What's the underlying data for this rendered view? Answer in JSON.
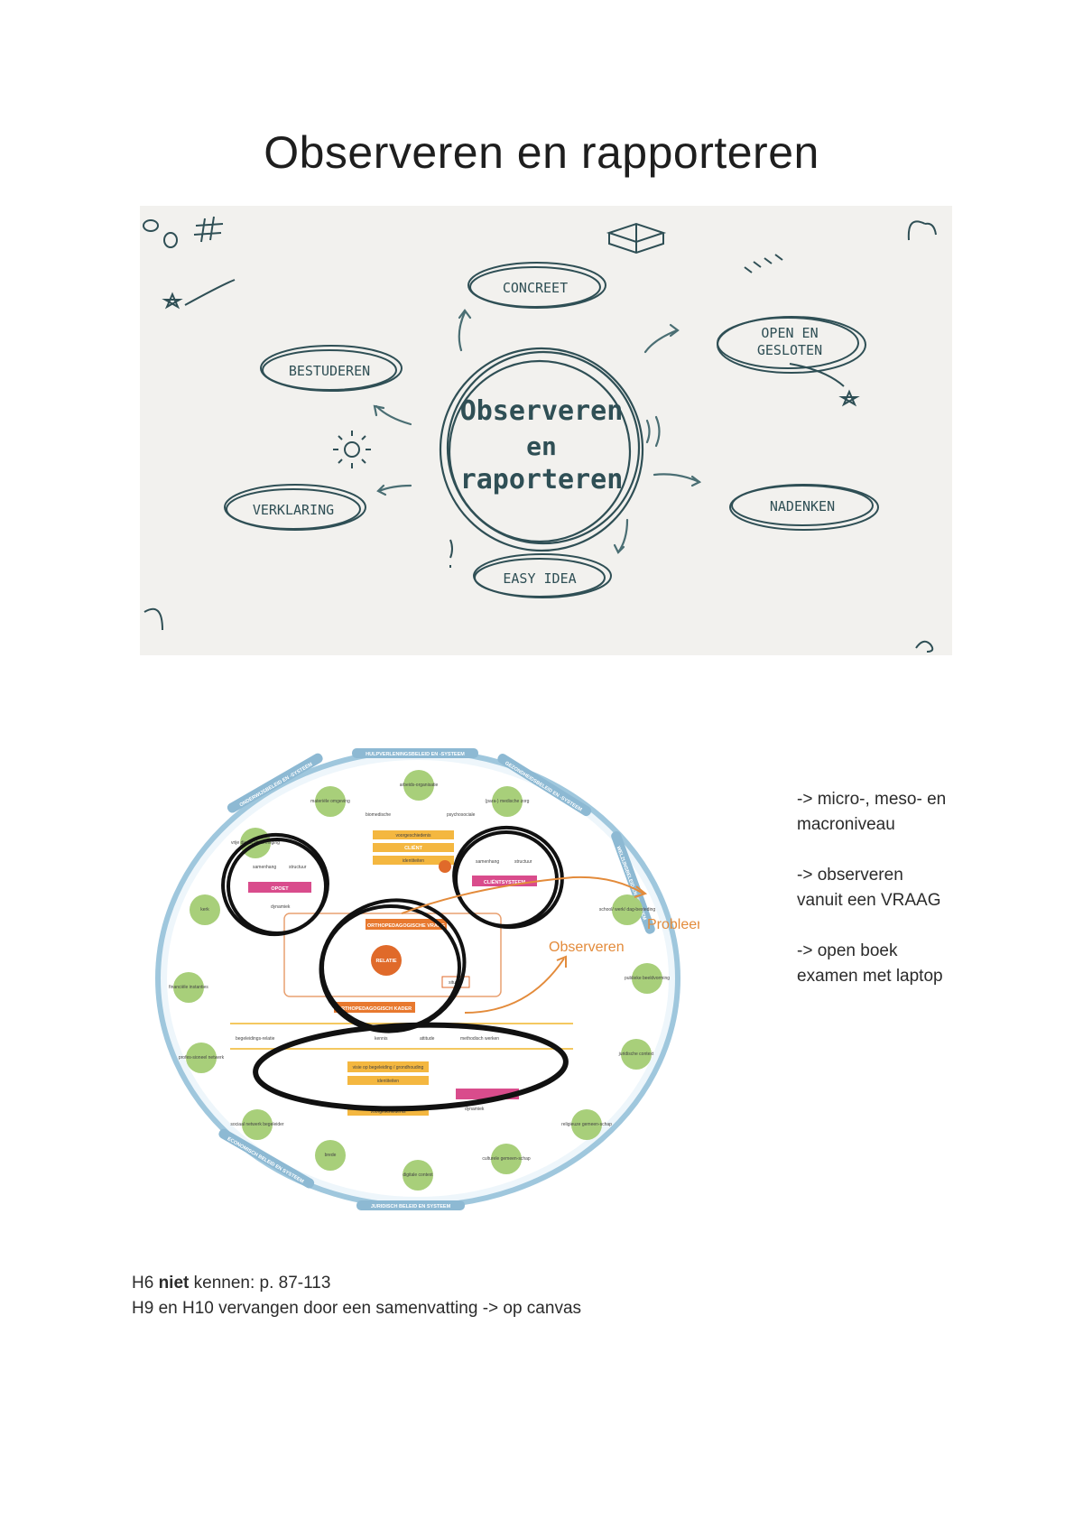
{
  "title": "Observeren en rapporteren",
  "mindmap": {
    "center_line1": "Observeren",
    "center_line2": "en",
    "center_line3": "raporteren",
    "nodes": [
      "CONCREET",
      "OPEN EN",
      "GESLOTEN",
      "BESTUDEREN",
      "VERKLARING",
      "NADENKEN",
      "EASY IDEA"
    ]
  },
  "diagram": {
    "ring_labels": [
      "HULPVERLENINGSBELEID EN -SYSTEEM",
      "GEZONDHEIDSBELEID EN -SYSTEEM",
      "ONDERWIJSBELEID EN -SYSTEEM",
      "WELZIJNSBELEID EN -SYSTEEM",
      "ECONOMISCH BELEID EN SYSTEEM",
      "JURIDISCH BELEID EN SYSTEEM"
    ],
    "green_nodes": [
      "arbeids-organisatie",
      "(para-) medische zorg",
      "materiële omgeving",
      "vrije dienst of vereniging",
      "kerk",
      "financiële instanties",
      "profes-sioneel netwerk",
      "sociaal netwerk begeleider",
      "culturele gemeen-schap",
      "digitale context",
      "religieuze gemeen-schap",
      "juridische context",
      "publieke beeldvorming",
      "school/ werk/ dag-besteding",
      "brede"
    ],
    "labels": {
      "biomedisch": "biomedische",
      "psychosociaal": "psychosociale",
      "voorgeschiedenis": "voorgeschiedenis",
      "client": "CLIËNT",
      "identiteiten": "identiteiten",
      "opoet": "OPOET",
      "cliëntsysteem": "CLIËNTSYSTEEM",
      "samenhang": "samenhang",
      "structuur": "structuur",
      "dynamiek": "dynamiek",
      "orthovraag": "ORTHOPEDAGOGISCHE VRAAG",
      "relatie": "RELATIE",
      "kader": "ORTHOPEDAGOGISCH KADER",
      "visie": "visie op begeleiding / grondhouding",
      "identiteiten2": "identiteiten",
      "voorgeschiedenis2": "voorgeschiedenis",
      "begeleiding": "begeleidings-relatie",
      "kennis": "kennis",
      "attitude": "attitude",
      "methodisch": "methodisch werken",
      "situatie": "situatie"
    },
    "probleem": "Probleem",
    "observeren": "Observeren"
  },
  "notes": [
    {
      "line1": "-> micro-, meso- en",
      "line2": "macroniveau"
    },
    {
      "line1": "-> observeren",
      "line2": "vanuit een VRAAG"
    },
    {
      "line1": "-> open boek",
      "line2": "examen met laptop"
    }
  ],
  "footer": {
    "line1_a": "H6 ",
    "line1_b": "niet",
    "line1_c": " kennen: p. 87-113",
    "line2": "H9 en H10 vervangen door een samenvatting -> op canvas"
  }
}
